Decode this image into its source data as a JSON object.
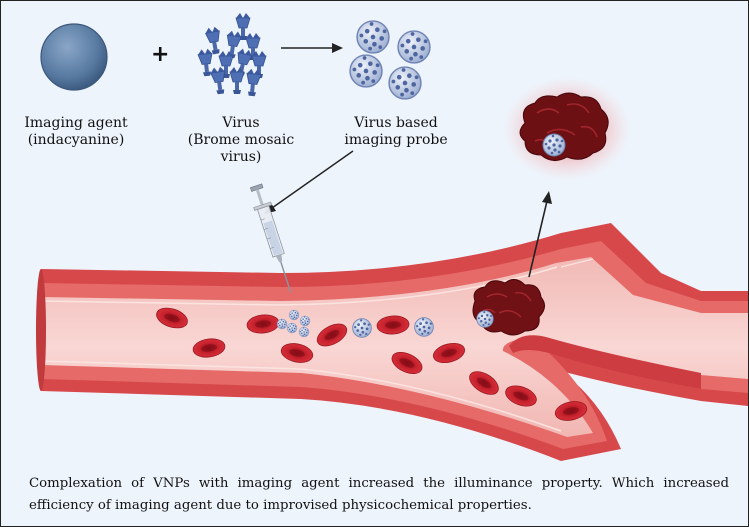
{
  "labels": {
    "imaging_agent_line1": "Imaging agent",
    "imaging_agent_line2": "(indacyanine)",
    "plus": "+",
    "virus_line1": "Virus",
    "virus_line2": "(Brome mosaic",
    "virus_line3": "virus)",
    "probe_line1": "Virus based",
    "probe_line2": "imaging probe"
  },
  "caption": "Complexation of VNPs with imaging agent increased the illuminance property. Which increased efficiency of imaging agent due to improvised physicochemical properties.",
  "colors": {
    "background": "#eef4fc",
    "vessel_wall": "#d94a4c",
    "vessel_lumen": "#f7d3d0",
    "red_cell": "#c91f2b",
    "virus": "#8fa2cc",
    "imaging_agent": "#5d7ea8",
    "tumor": "#6e0f12"
  },
  "icons": [
    "imaging-agent-sphere-icon",
    "virus-protein-icon",
    "virus-particle-icon",
    "syringe-icon",
    "red-blood-cell-icon",
    "tumor-icon",
    "blood-vessel-icon"
  ]
}
